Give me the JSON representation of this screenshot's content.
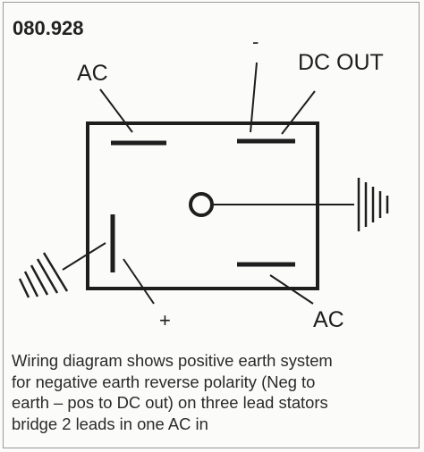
{
  "part_number": "080.928",
  "labels": {
    "ac_top": "AC",
    "negative": "-",
    "dc_out": "DC OUT",
    "positive": "+",
    "ac_bottom": "AC"
  },
  "caption_lines": [
    "Wiring diagram shows positive earth system",
    "for negative earth reverse polarity (Neg to",
    "earth – pos to DC out) on three lead stators",
    "bridge 2 leads in one AC in"
  ],
  "colors": {
    "ink": "#1e1e1e",
    "paper": "#fbfbfa"
  }
}
